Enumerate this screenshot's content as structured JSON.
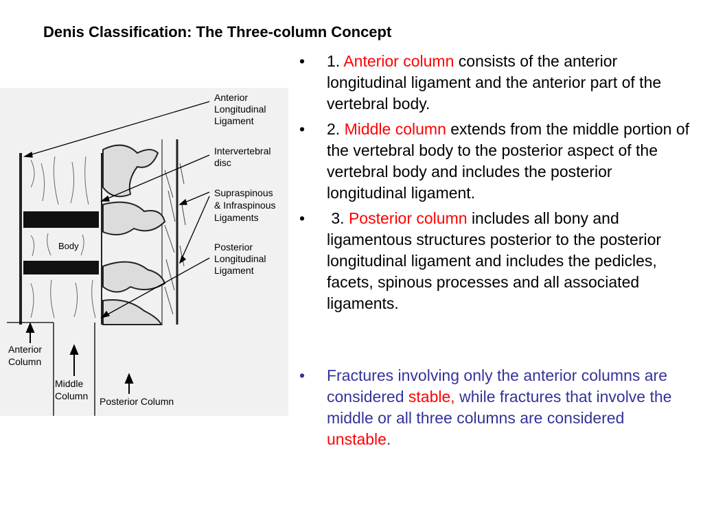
{
  "title": "Denis Classification: The Three-column Concept",
  "diagram": {
    "labels": {
      "all": "Anterior\nLongitudinal\nLigament",
      "disc": "Intervertebral\ndisc",
      "supra": "Supraspinous\n& Infraspinous\nLigaments",
      "pll": "Posterior\nLongitudinal\nLigament",
      "body": "Body",
      "anterior_col": "Anterior\nColumn",
      "middle_col": "Middle\nColumn",
      "posterior_col": "Posterior Column"
    }
  },
  "bullets": [
    {
      "marker": "•",
      "number": "1.",
      "term": "Anterior column",
      "text": "consists of the anterior longitudinal ligament and the anterior part of the vertebral body."
    },
    {
      "marker": "•",
      "number": "2.",
      "term": "Middle column",
      "text": "extends from the middle portion of the vertebral body to the posterior aspect of the vertebral body and includes the posterior longitudinal ligament."
    },
    {
      "marker": "•",
      "number": "3.",
      "term": "Posterior column",
      "text": "includes all bony and ligamentous structures posterior to the posterior longitudinal ligament and includes the pedicles, facets, spinous processes and all associated ligaments."
    }
  ],
  "conclusion": {
    "marker": "•",
    "part1": "Fractures involving only the anterior columns are considered",
    "stable": "stable,",
    "part2": "while fractures that involve the middle or all three columns are considered",
    "unstable": "unstable",
    "end": "."
  },
  "colors": {
    "term": "#ff0000",
    "conclusion": "#333399"
  }
}
